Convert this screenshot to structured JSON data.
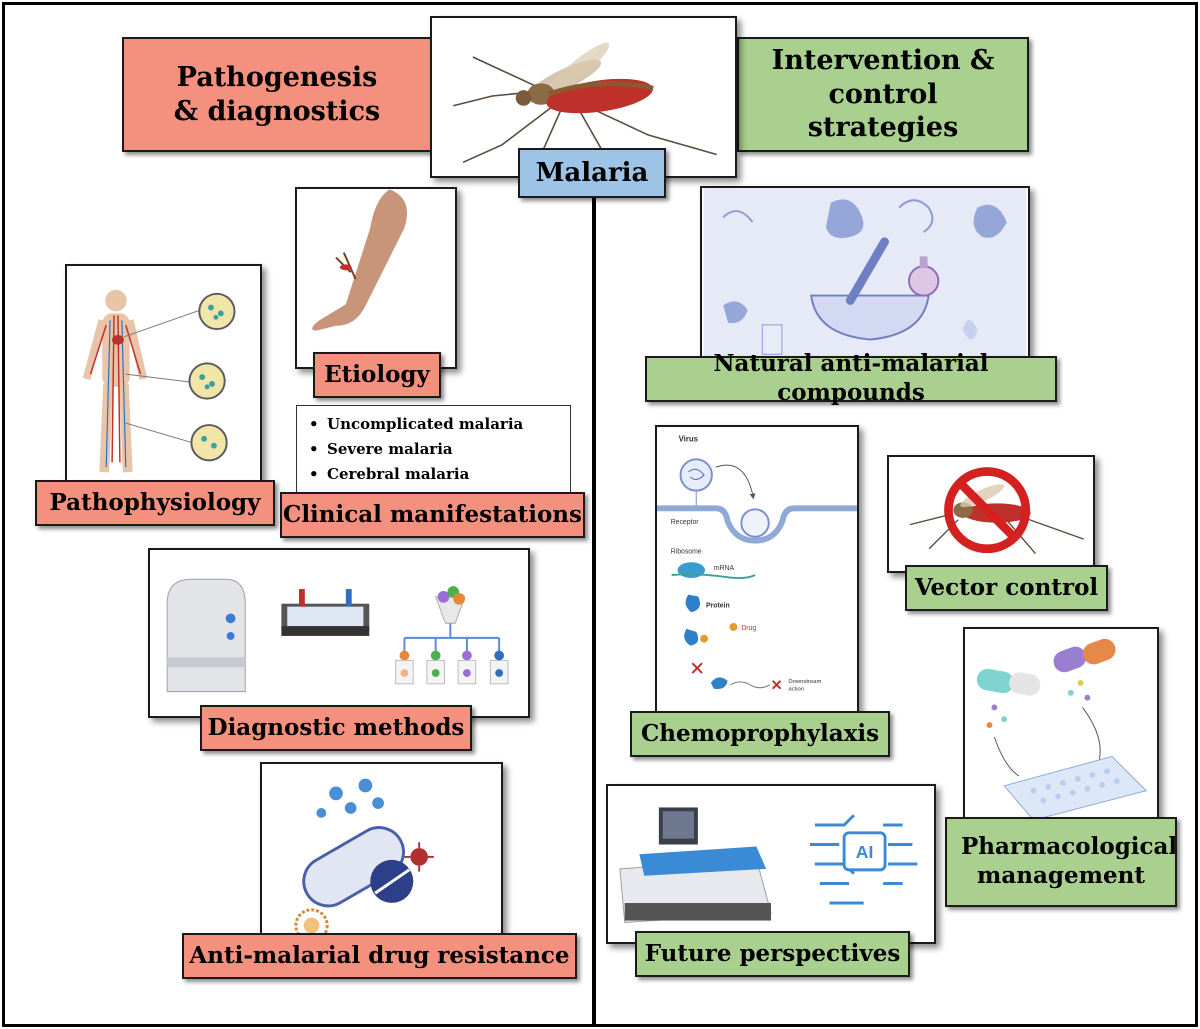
{
  "header": {
    "left_title": "Pathogenesis & diagnostics",
    "right_title": "Intervention & control strategies",
    "center_title": "Malaria"
  },
  "left": {
    "etiology": "Etiology",
    "pathophysiology": "Pathophysiology",
    "clinical": {
      "label": "Clinical manifestations",
      "items": [
        "Uncomplicated malaria",
        "Severe malaria",
        "Cerebral malaria"
      ]
    },
    "diagnostic": "Diagnostic methods",
    "resistance": "Anti-malarial drug resistance"
  },
  "right": {
    "natural": "Natural anti-malarial compounds",
    "chemo": {
      "label": "Chemoprophylaxis",
      "virus": "Virus",
      "receptor": "Receptor",
      "ribosome": "Ribosome",
      "mrna": "mRNA",
      "protein": "Protein",
      "drug": "Drug",
      "downstream": "Downstream",
      "action": "action"
    },
    "vector": "Vector control",
    "pharma": "Pharmacological management",
    "future": {
      "label": "Future perspectives",
      "ai": "AI"
    }
  }
}
